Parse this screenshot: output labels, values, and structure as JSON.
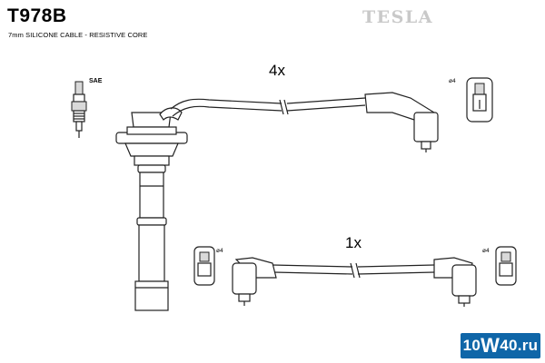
{
  "header": {
    "part_number": "T978B",
    "subtitle": "7mm SILICONE CABLE - RESISTIVE CORE",
    "brand": "TESLA"
  },
  "labels": {
    "qty_long": "4x",
    "qty_short": "1x",
    "spark_plug_standard": "SAE",
    "diameter_top": "ø4",
    "diameter_bottom_left": "ø4",
    "diameter_bottom_right": "ø4"
  },
  "watermark": {
    "prefix": "10",
    "middle": "W",
    "suffix": "40.ru",
    "background": "#0f66a8"
  },
  "colors": {
    "brand": "#c9c9c9",
    "line": "#222222"
  }
}
